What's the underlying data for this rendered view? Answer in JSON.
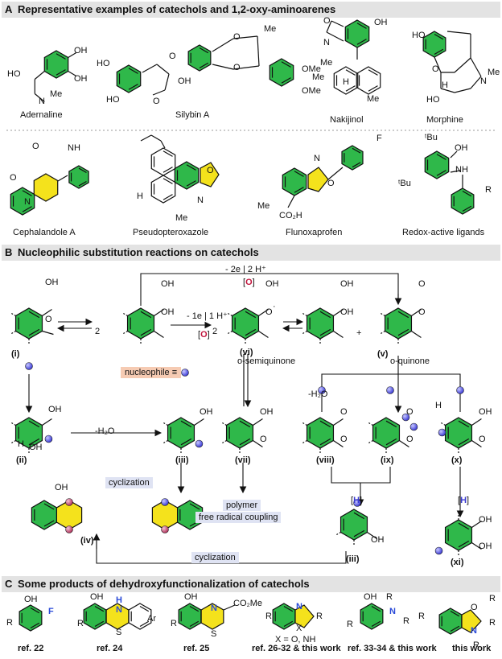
{
  "panels": {
    "a": {
      "letter": "A",
      "title": "Representative examples of catechols and 1,2-oxy-aminoarenes"
    },
    "b": {
      "letter": "B",
      "title": "Nucleophilic substitution reactions on catechols"
    },
    "c": {
      "letter": "C",
      "title": "Some products of dehydroxyfunctionalization of catechols"
    }
  },
  "compounds_a": [
    "Adernaline",
    "Silybin A",
    "Nakijinol",
    "Morphine",
    "Cephalandole A",
    "Pseudopteroxazole",
    "Flunoxaprofen",
    "Redox-active ligands"
  ],
  "atoms": {
    "oh": "OH",
    "o": "O",
    "n": "N",
    "nh": "NH",
    "h": "H",
    "me": "Me",
    "ome": "OMe",
    "f": "F",
    "r": "R",
    "tbu": "ᵗBu",
    "co2h": "CO₂H",
    "co2me": "CO₂Me",
    "s": "S",
    "ar": "Ar",
    "x": "X",
    "ho": "HO",
    "two": "2",
    "plus": "+",
    "dot": "·"
  },
  "scheme_b": {
    "top_conditions": "- 2e | 2 H⁺",
    "ox": "O",
    "red": "H",
    "mid_conditions": "- 1e | 1 H⁺",
    "semiquinone": "o-semiquinone",
    "quinone": "o-quinone",
    "nucleophile": "nucleophile ≡",
    "water_loss": "-H₂O",
    "cyclization": "cyclization",
    "polymer": "polymer",
    "radical": "free radical coupling",
    "labels": [
      "(i)",
      "(ii)",
      "(iii)",
      "(iv)",
      "(v)",
      "(vi)",
      "(vii)",
      "(viii)",
      "(ix)",
      "(x)",
      "(xi)",
      "(iii)"
    ]
  },
  "refs_c": [
    "ref. 22",
    "ref. 24",
    "ref. 25",
    "ref. 26-32 & this work",
    "ref. 33-34 & this work",
    "this work"
  ],
  "c_note": "X = O, NH"
}
